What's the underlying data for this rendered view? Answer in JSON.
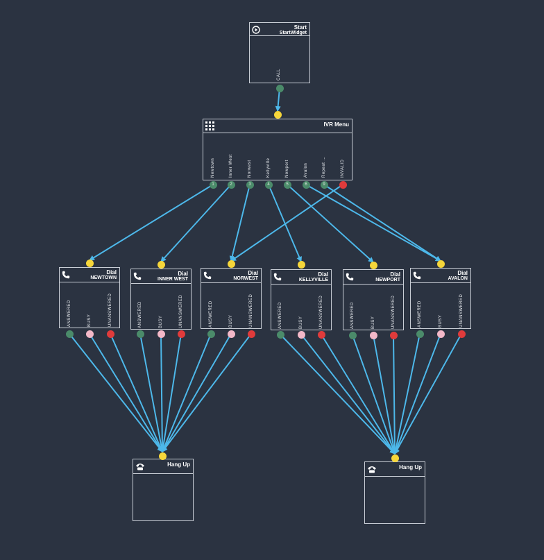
{
  "colors": {
    "background": "#2b3341",
    "edge": "#4db8ea",
    "border": "#c9ced6",
    "port_green": "#4b8b6a",
    "port_pink": "#f3b8c8",
    "port_red": "#e03b3b",
    "port_yellow": "#f6d63a"
  },
  "start": {
    "type": "Start",
    "name": "StartWidget",
    "port": "CALL",
    "icon": "play-circle-icon"
  },
  "ivr": {
    "title": "IVR Menu",
    "icon": "keypad-icon",
    "options": [
      {
        "num": "1",
        "label": "Newtown"
      },
      {
        "num": "2",
        "label": "Inner West"
      },
      {
        "num": "3",
        "label": "Norwest"
      },
      {
        "num": "4",
        "label": "Kellyville"
      },
      {
        "num": "5",
        "label": "Newport"
      },
      {
        "num": "6",
        "label": "Avalon"
      },
      {
        "num": "9",
        "label": "Repeat ..."
      },
      {
        "num": "",
        "label": "INVALID"
      }
    ]
  },
  "dials": [
    {
      "type": "Dial",
      "name": "NEWTOWN"
    },
    {
      "type": "Dial",
      "name": "INNER WEST"
    },
    {
      "type": "Dial",
      "name": "NORWEST"
    },
    {
      "type": "Dial",
      "name": "KELLYVILLE"
    },
    {
      "type": "Dial",
      "name": "NEWPORT"
    },
    {
      "type": "Dial",
      "name": "AVALON"
    }
  ],
  "dial_ports": [
    "ANSWERED",
    "BUSY",
    "UNANSWERED"
  ],
  "hangups": [
    {
      "title": "Hang Up",
      "icon": "phone-hangup-icon"
    },
    {
      "title": "Hang Up",
      "icon": "phone-hangup-icon"
    }
  ]
}
